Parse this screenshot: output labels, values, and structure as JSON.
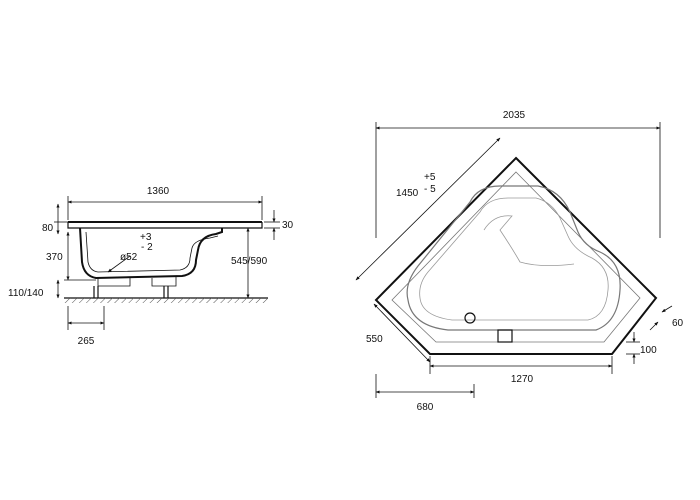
{
  "side_view": {
    "overall_length": "1360",
    "rim_height": "80",
    "rim_thickness": "30",
    "inner_depth": "370",
    "total_height": "545/590",
    "foot_height": "110/140",
    "drain_diameter": "ø52",
    "tolerance_plus": "+3",
    "tolerance_minus": "- 2",
    "drain_offset": "265"
  },
  "plan_view": {
    "overall_width": "2035",
    "diagonal_length": "1450",
    "tolerance_plus": "+5",
    "tolerance_minus": "- 5",
    "short_side": "550",
    "front_length": "1270",
    "front_offset": "680",
    "rim_depth": "60",
    "corner_depth": "100"
  }
}
